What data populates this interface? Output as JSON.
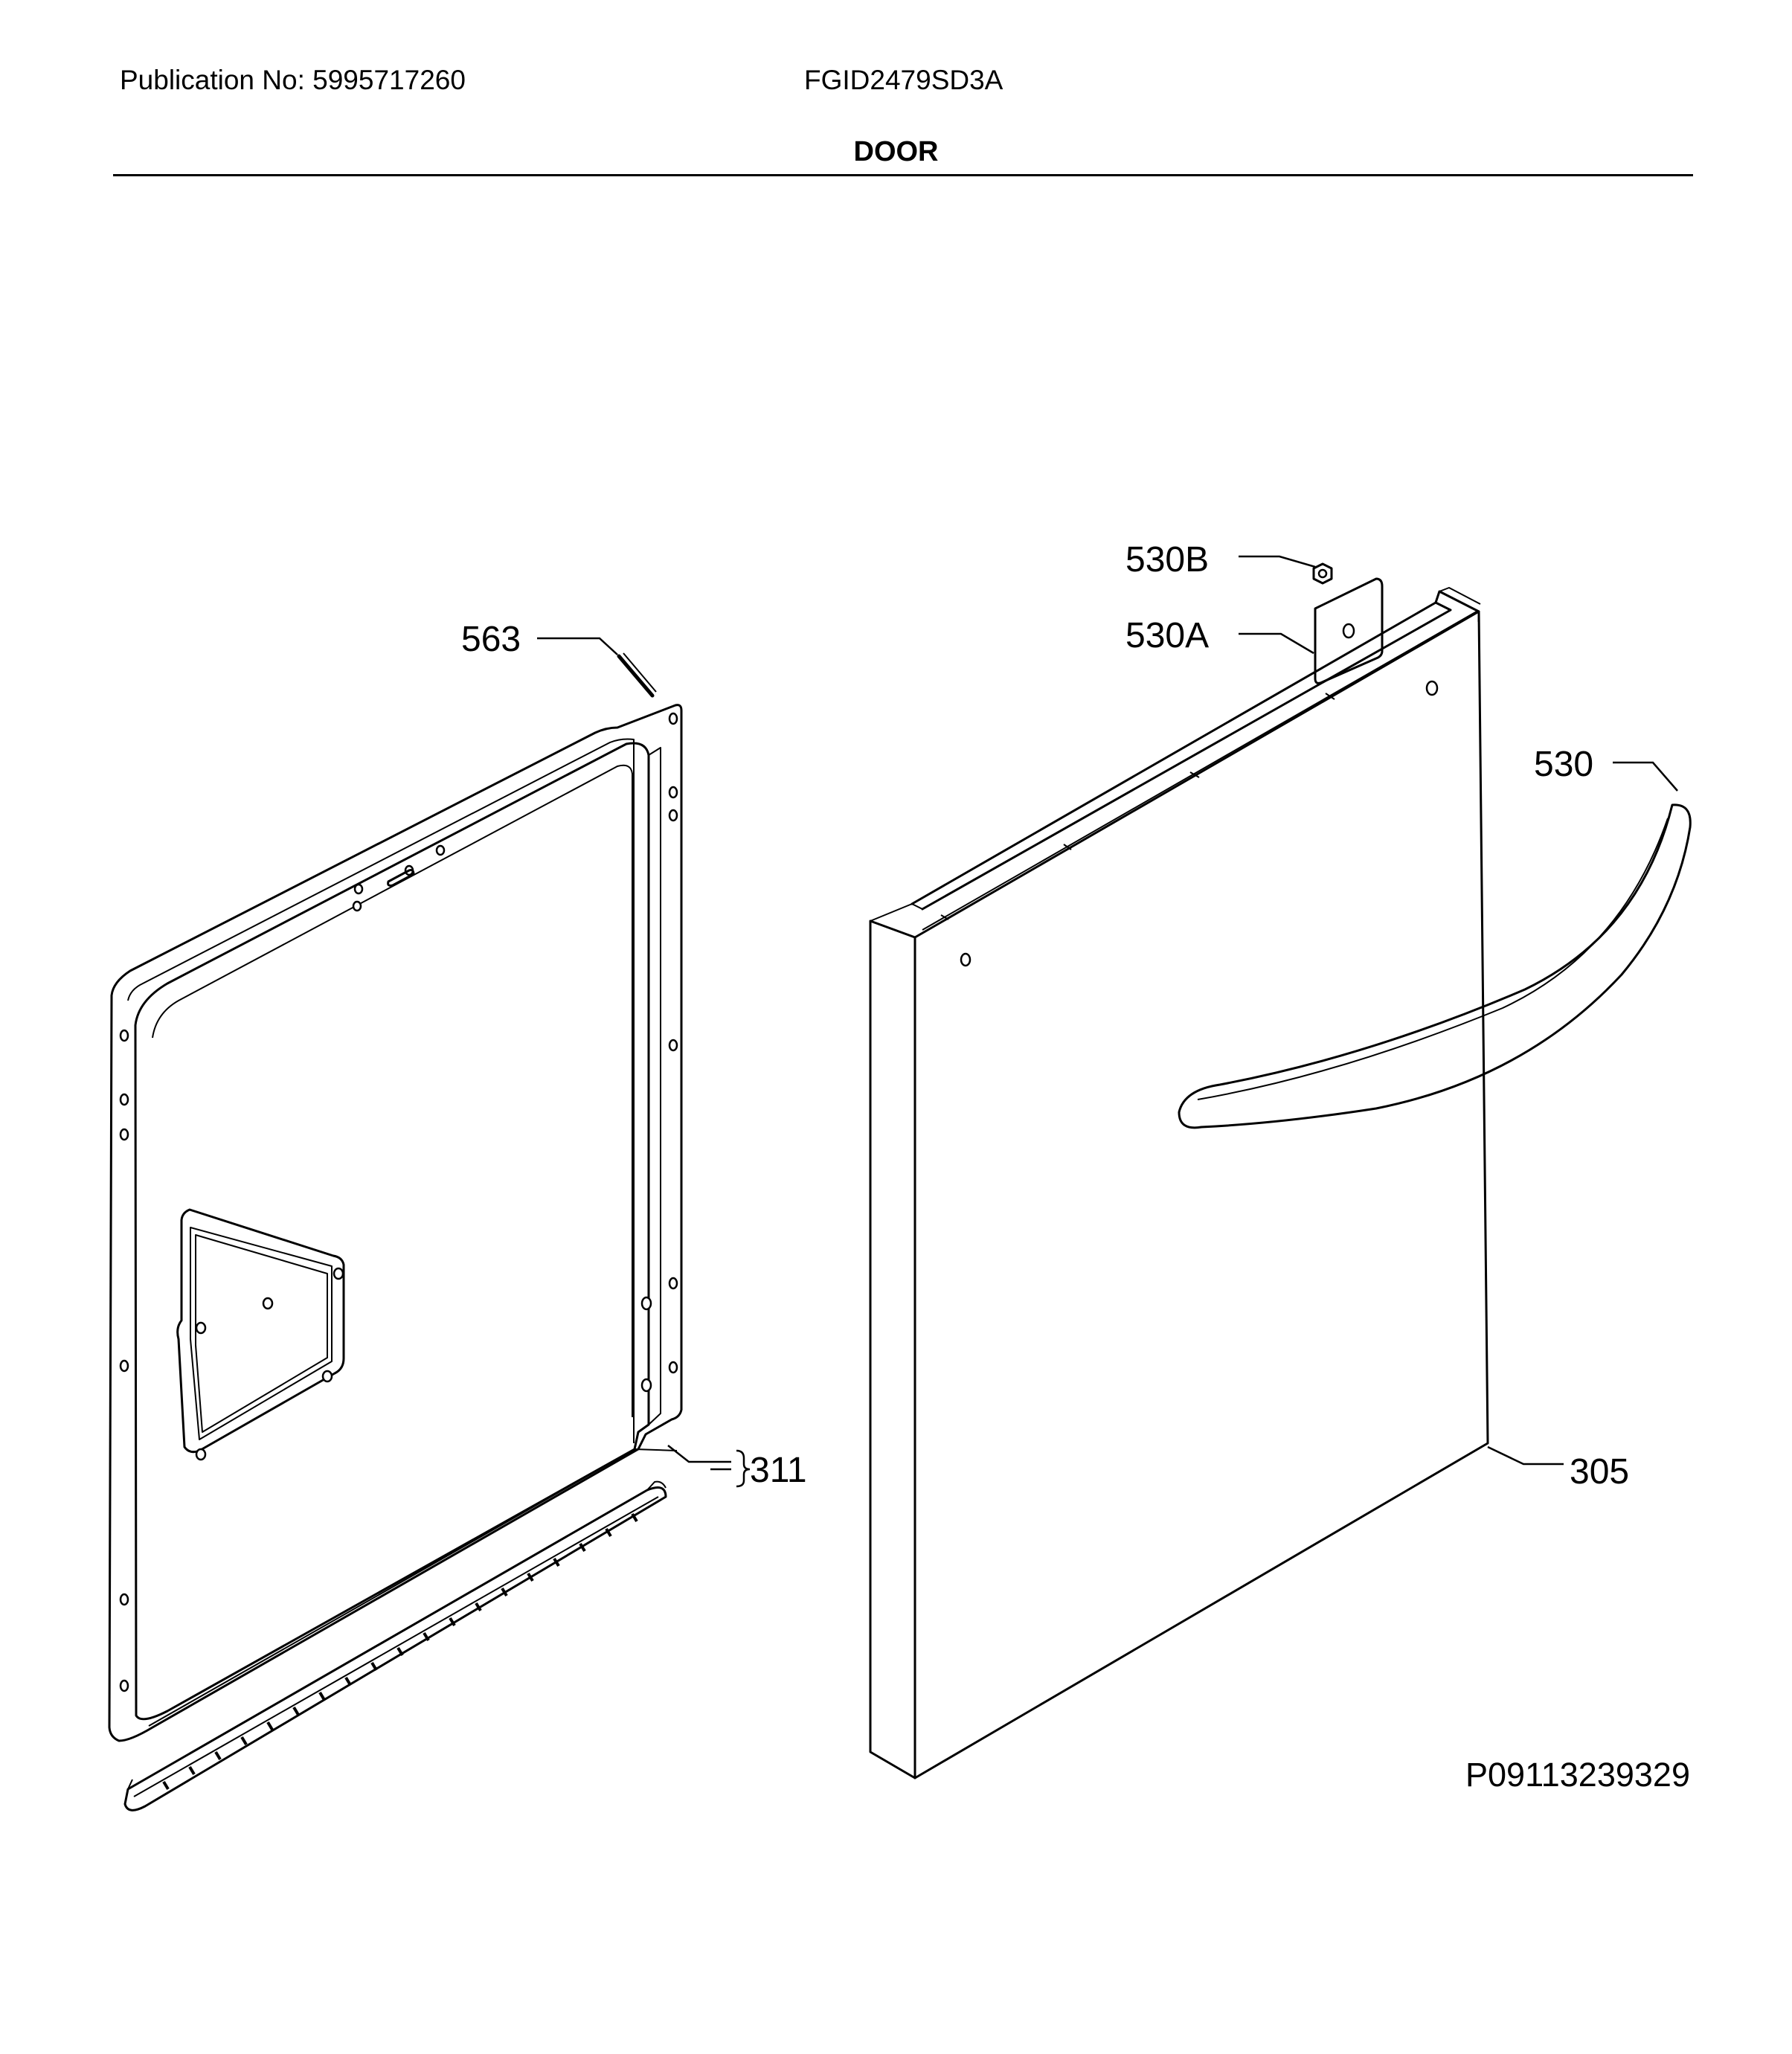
{
  "header": {
    "publication": "Publication No: 5995717260",
    "model": "FGID2479SD3A",
    "section_title": "DOOR"
  },
  "callouts": {
    "c563": "563",
    "c311": "311",
    "c530B": "530B",
    "c530A": "530A",
    "c530": "530",
    "c305": "305"
  },
  "reference_code": "P09113239329"
}
